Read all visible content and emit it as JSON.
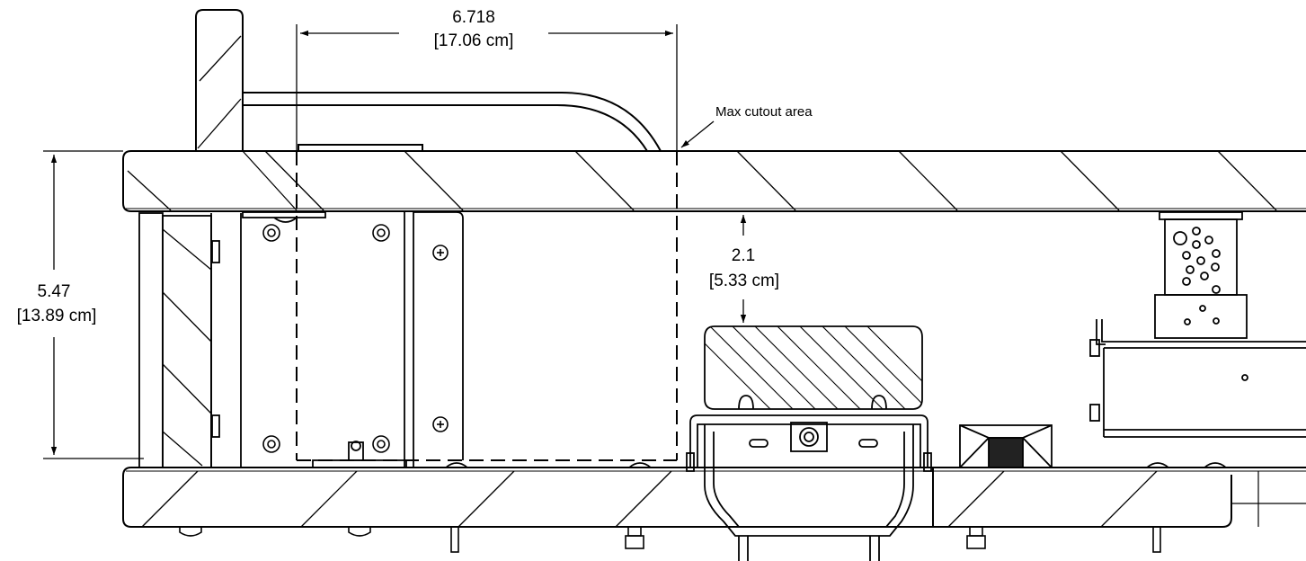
{
  "dimensions": {
    "top_width": {
      "value": "6.718",
      "metric": "[17.06 cm]"
    },
    "left_height": {
      "value": "5.47",
      "metric": "[13.89 cm]"
    },
    "clearance": {
      "value": "2.1",
      "metric": "[5.33 cm]"
    }
  },
  "annotations": {
    "cutout_note": "Max cutout area"
  },
  "colors": {
    "line": "#000000",
    "background": "#ffffff"
  }
}
